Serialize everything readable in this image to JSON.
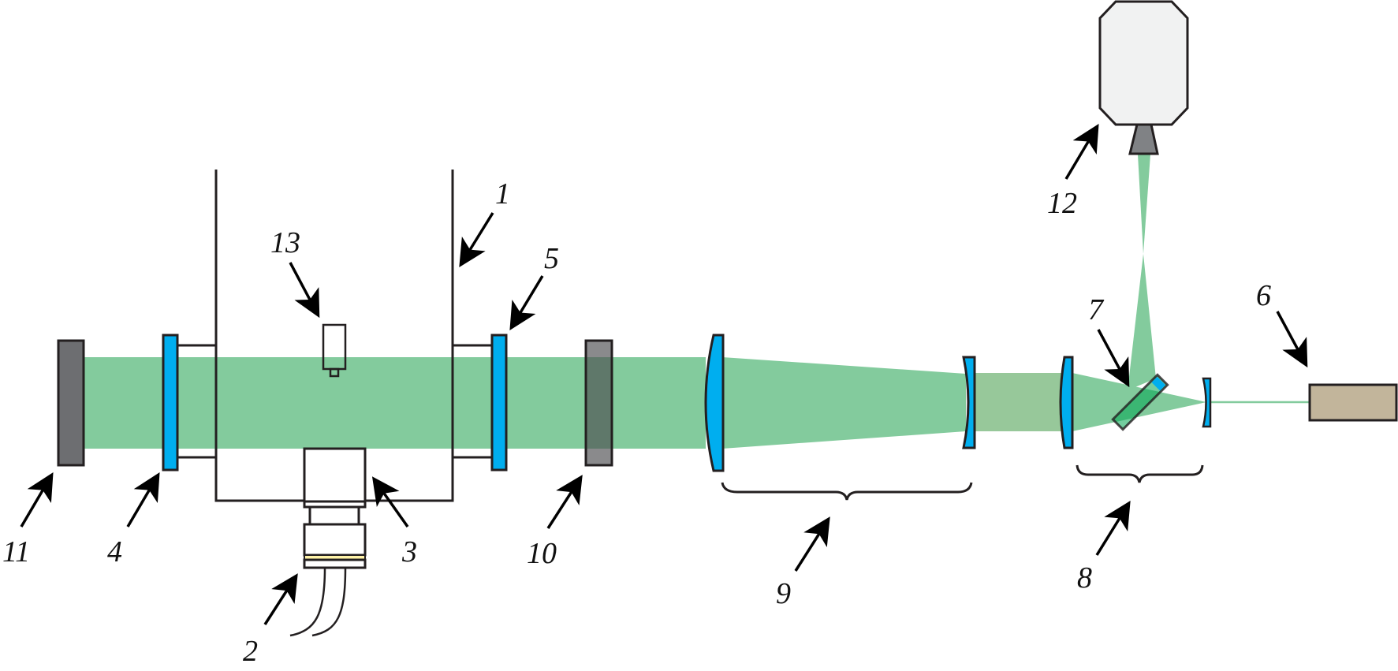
{
  "diagram": {
    "title": "Optical setup schematic",
    "colors": {
      "beam": "#83cb9d",
      "beam_muted": "#97c89a",
      "lens_blue": "#00aeef",
      "dark_gray": "#6d6e71",
      "camera_body": "#f1f2f2",
      "laser_body": "#c2b59b",
      "splitter_green": "#00a651",
      "outline": "#231f20"
    },
    "labels": [
      {
        "id": "1",
        "text": "1",
        "component": "chamber"
      },
      {
        "id": "2",
        "text": "2",
        "component": "feedthrough"
      },
      {
        "id": "3",
        "text": "3",
        "component": "sample-holder"
      },
      {
        "id": "4",
        "text": "4",
        "component": "window-left"
      },
      {
        "id": "5",
        "text": "5",
        "component": "window-right"
      },
      {
        "id": "6",
        "text": "6",
        "component": "laser"
      },
      {
        "id": "7",
        "text": "7",
        "component": "beam-splitter"
      },
      {
        "id": "8",
        "text": "8",
        "component": "beam-expander"
      },
      {
        "id": "9",
        "text": "9",
        "component": "collimator-telescope"
      },
      {
        "id": "10",
        "text": "10",
        "component": "filter"
      },
      {
        "id": "11",
        "text": "11",
        "component": "mirror"
      },
      {
        "id": "12",
        "text": "12",
        "component": "camera"
      },
      {
        "id": "13",
        "text": "13",
        "component": "probe"
      }
    ]
  }
}
